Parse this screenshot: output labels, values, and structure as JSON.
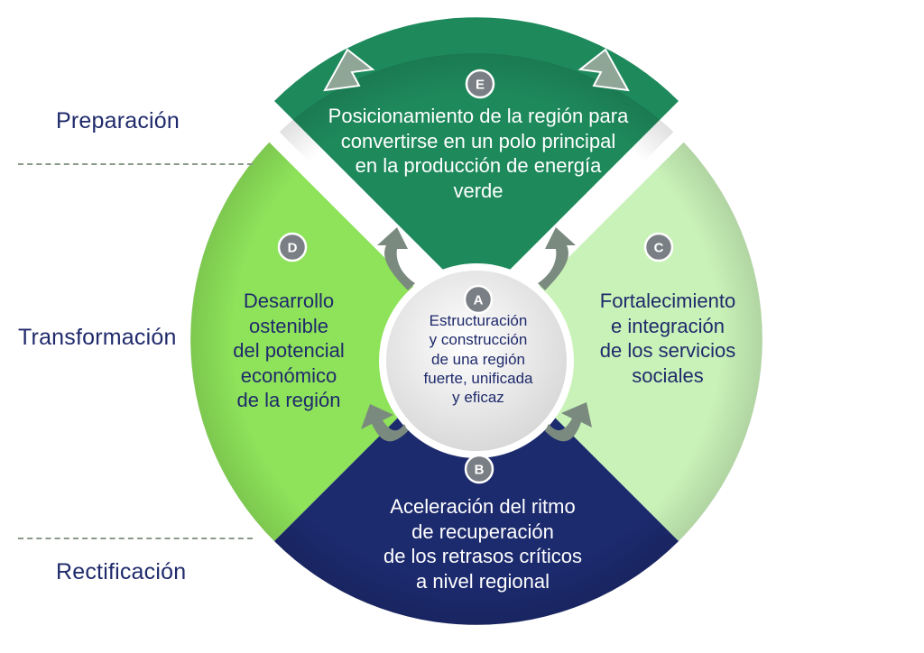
{
  "stages": {
    "preparation": "Preparación",
    "transformation": "Transformación",
    "rectification": "Rectificación"
  },
  "segments": {
    "e": {
      "letter": "E",
      "text": "Posicionamiento de la región para\nconvertirse en un polo principal\nen la producción de energía\nverde"
    },
    "d": {
      "letter": "D",
      "text": "Desarrollo\nostenible\ndel potencial\neconómico\nde la región"
    },
    "c": {
      "letter": "C",
      "text": "Fortalecimiento\ne integración\nde los servicios\nsociales"
    },
    "b": {
      "letter": "B",
      "text": "Aceleración del ritmo\nde recuperación\nde los retrasos críticos\na nivel regional"
    },
    "a": {
      "letter": "A",
      "text": "Estructuración\ny construcción\nde una región\nfuerte, unificada\ny eficaz"
    }
  },
  "colors": {
    "segment_e": "#1e8a5c",
    "segment_d": "#8ee35a",
    "segment_c": "#c9f2b8",
    "segment_b": "#1c2a6e",
    "center": "#f2f2f2",
    "arrow": "#7a8a7e",
    "badge": "#7a7f85",
    "navy_text": "#1f2a6b"
  }
}
